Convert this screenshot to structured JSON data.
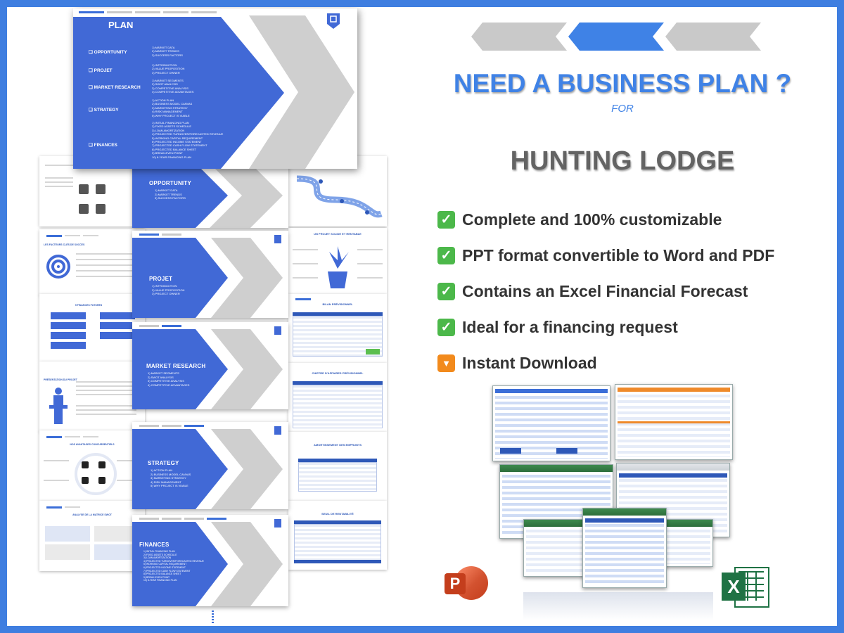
{
  "headline": "NEED A BUSINESS PLAN ?",
  "for_label": "FOR",
  "subject": "HUNTING LODGE",
  "features": [
    {
      "icon": "check-mark-icon",
      "text": "Complete and 100% customizable"
    },
    {
      "icon": "check-mark-icon",
      "text": "PPT format convertible to Word and PDF"
    },
    {
      "icon": "check-mark-icon",
      "text": "Contains an Excel Financial Forecast"
    },
    {
      "icon": "check-mark-icon",
      "text": "Ideal for a financing request"
    },
    {
      "icon": "down-arrow-icon",
      "text": "Instant Download"
    }
  ],
  "plan_slide": {
    "title": "PLAN",
    "rows": [
      {
        "label": "OPPORTUNITY",
        "items": [
          "1) MARKET DATA",
          "2) MARKET TRENDS",
          "3) SUCCESS FACTORS"
        ]
      },
      {
        "label": "PROJET",
        "items": [
          "1) INTRODUCTION",
          "2) VALUE PROPOSITION",
          "3) PROJECT OWNER"
        ]
      },
      {
        "label": "MARKET RESEARCH",
        "items": [
          "1) MARKET SEGMENTS",
          "2) SWOT ANALYSIS",
          "3) COMPETITIVE ANALYSIS",
          "4) COMPETITIVE ADVANTAGES"
        ]
      },
      {
        "label": "STRATEGY",
        "items": [
          "1) ACTION PLAN",
          "2) BUSINESS MODEL CANVAS",
          "3) MARKETING STRATEGY",
          "4) RISK MANAGEMENT",
          "5) WHY PROJECT IS VIABLE"
        ]
      },
      {
        "label": "FINANCES",
        "items": [
          "1) INITIAL FINANCING PLAN",
          "2) FIXED ASSETS SCHEDULE",
          "3) LOAN AMORTIZATION",
          "4) PROJECTED TURNOVER/FORECASTED REVENUE",
          "5) WORKING CAPITAL REQUIREMENT",
          "6) PROJECTED INCOME STATEMENT",
          "7) PROJECTED CASH FLOW STATEMENT",
          "8) PROJECTED BALANCE SHEET",
          "9) BREAK-EVEN POINT",
          "10) 8-YEAR FINANCING PLAN"
        ]
      }
    ]
  },
  "section_slides": [
    {
      "title": "OPPORTUNITY",
      "items": [
        "1) MARKET DATA",
        "2) MARKET TRENDS",
        "3) SUCCESS FACTORS"
      ]
    },
    {
      "title": "PROJET",
      "items": [
        "1) INTRODUCTION",
        "2) VALUE PROPOSITION",
        "3) PROJECT OWNER"
      ]
    },
    {
      "title": "MARKET RESEARCH",
      "items": [
        "1) MARKET SEGMENTS",
        "2) SWOT ANALYSIS",
        "3) COMPETITIVE ANALYSIS",
        "4) COMPETITIVE ADVANTAGES"
      ]
    },
    {
      "title": "STRATEGY",
      "items": [
        "1) ACTION PLAN",
        "2) BUSINESS MODEL CANVAS",
        "3) MARKETING STRATEGY",
        "4) RISK MANAGEMENT",
        "5) WHY PROJECT IS VIABLE"
      ]
    },
    {
      "title": "FINANCES",
      "items": [
        "1) INITIAL FINANCING PLAN",
        "2) FIXED ASSETS SCHEDULE",
        "3) LOAN AMORTIZATION",
        "4) PROJECTED TURNOVER/FORECASTED REVENUE",
        "5) WORKING CAPITAL REQUIREMENT",
        "6) PROJECTED INCOME STATEMENT",
        "7) PROJECTED CASH FLOW STATEMENT",
        "8) PROJECTED BALANCE SHEET",
        "9) BREAK-EVEN POINT",
        "10) 8-YEAR FINANCING PLAN"
      ]
    }
  ],
  "right_thumbs": [
    {
      "title": "UN PROJET SOLIDE ET RENTABLE"
    },
    {
      "title": "BILAN PRÉVISIONNEL"
    },
    {
      "title": "CHIFFRE D'AFFAIRES PRÉVISIONNEL"
    },
    {
      "title": "AMORTISSEMENT DES EMPRUNTS"
    },
    {
      "title": "SEUIL DE RENTABILITÉ"
    }
  ],
  "left_thumbs": [
    {
      "title": "LES FACTEURS CLÉS DE SUCCÈS"
    },
    {
      "title": "5 FINANCES FUTURES"
    },
    {
      "title": "PRÉSENTATION DU PROJET"
    },
    {
      "title": "NOS AVANTAGES CONCURRENTIELS"
    },
    {
      "title": "ANALYSE DE LA MATRICE SWOT"
    }
  ],
  "app_logos": {
    "powerpoint": "P",
    "excel": "X"
  },
  "colors": {
    "accent_blue": "#3f82e6",
    "slide_blue": "#4169d6",
    "grey_text": "#636363",
    "check_green": "#4cb84a",
    "download_orange": "#f28a1c",
    "frame_blue": "#3f7ee0"
  }
}
